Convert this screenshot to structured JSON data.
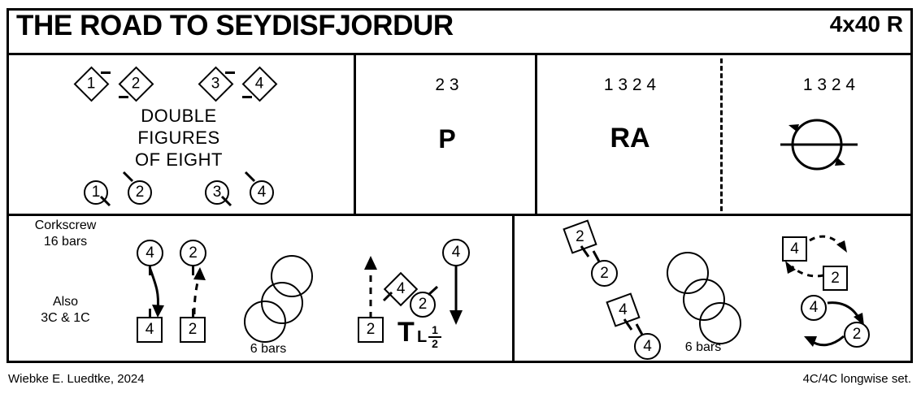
{
  "header": {
    "title": "THE ROAD TO SEYDISFJORDUR",
    "meter": "4x40 R"
  },
  "footer": {
    "author": "Wiebke E. Luedtke, 2024",
    "set": "4C/4C longwise set."
  },
  "row1": {
    "cell1": {
      "men": [
        "1",
        "2",
        "3",
        "4"
      ],
      "ladies": [
        "1",
        "2",
        "3",
        "4"
      ],
      "text_lines": [
        "DOUBLE",
        "FIGURES",
        "OF EIGHT"
      ]
    },
    "cell2": {
      "couples": "2 3",
      "figure": "P"
    },
    "cell3": {
      "couples": "1 3   2 4",
      "figure": "RA"
    },
    "cell4": {
      "couples": "1 3   2 4",
      "figure_icon": "circle-round-icon"
    }
  },
  "row2": {
    "cell1": {
      "note_line1": "Corkscrew",
      "note_line2": "16 bars",
      "note_line3": "Also",
      "note_line4": "3C & 1C",
      "lady_4": "4",
      "lady_2": "2",
      "man_4": "4",
      "man_2": "2",
      "bars_chain": "6 bars",
      "man_2b": "2",
      "dia_4": "4",
      "circ_2": "2",
      "turn_label": "T",
      "turn_sub": "L",
      "turn_frac_num": "1",
      "turn_frac_den": "2",
      "lady_4b": "4"
    },
    "cell2": {
      "dia_2": "2",
      "circ_2": "2",
      "dia_4": "4",
      "circ_4": "4",
      "bars_chain": "6 bars",
      "sq_4": "4",
      "sq_2": "2",
      "circ_4b": "4",
      "circ_2b": "2"
    }
  },
  "colors": {
    "ink": "#000000",
    "paper": "#ffffff"
  }
}
